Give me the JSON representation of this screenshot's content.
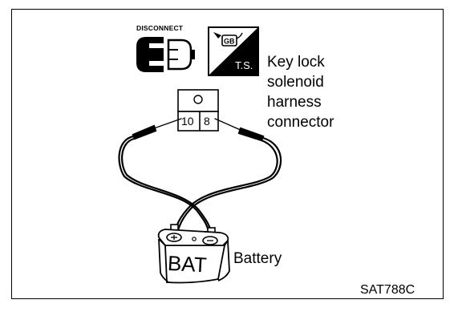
{
  "icons": {
    "disconnect": {
      "label": "DISCONNECT",
      "icon": "disconnect-connector-icon"
    },
    "ts": {
      "label": "T.S.",
      "icon": "ts-tester-icon",
      "badge": "GB"
    }
  },
  "connector": {
    "label_lines": [
      "Key lock",
      "solenoid",
      "harness",
      "connector"
    ],
    "terminals": [
      "10",
      "8"
    ],
    "icon": "harness-connector-icon"
  },
  "battery": {
    "body_text": "BAT",
    "label": "Battery",
    "icon": "battery-icon"
  },
  "figure_id": "SAT788C"
}
